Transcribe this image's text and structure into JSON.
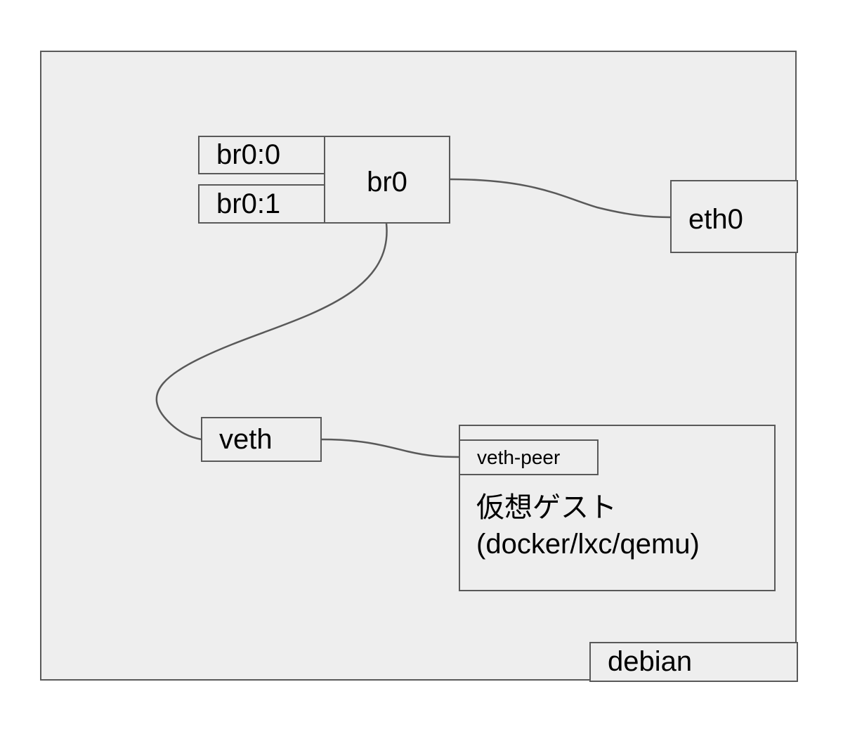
{
  "diagram": {
    "host_label": "debian",
    "bridge": {
      "name": "br0",
      "aliases": [
        "br0:0",
        "br0:1"
      ]
    },
    "physical_nic": "eth0",
    "veth": "veth",
    "guest": {
      "peer": "veth-peer",
      "title": "仮想ゲスト",
      "subtitle": "(docker/lxc/qemu)"
    },
    "links": [
      {
        "from": "br0",
        "to": "eth0"
      },
      {
        "from": "br0",
        "to": "veth"
      },
      {
        "from": "veth",
        "to": "veth-peer"
      }
    ]
  },
  "colors": {
    "background": "#ffffff",
    "panel": "#eeeeee",
    "stroke": "#595959",
    "text": "#000000"
  }
}
